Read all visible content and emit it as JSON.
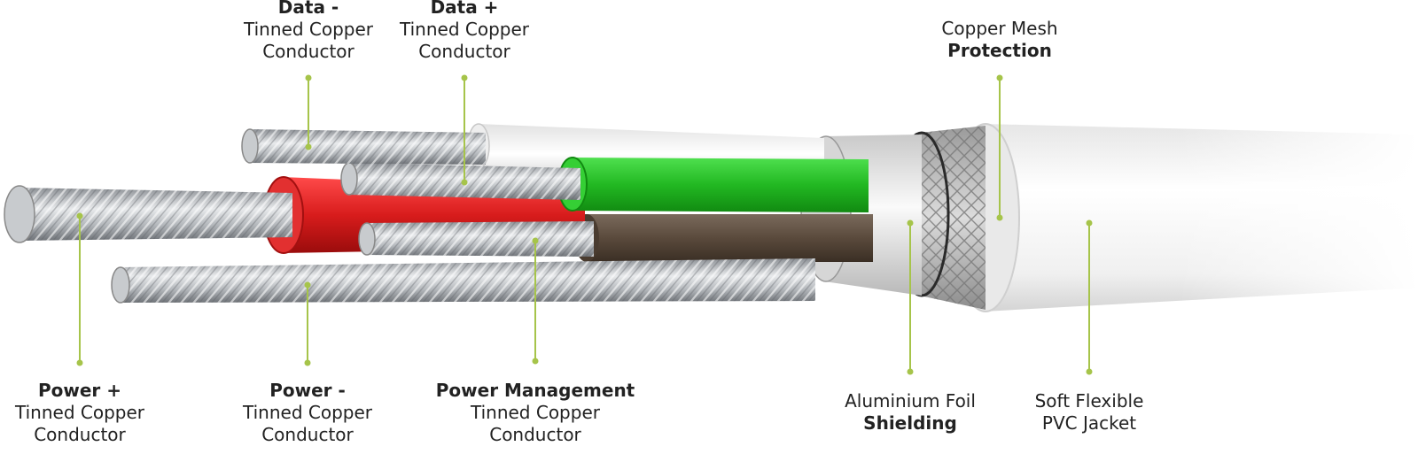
{
  "labels": {
    "data_minus": {
      "bold": "Data -",
      "line1": "Tinned Copper",
      "line2": "Conductor"
    },
    "data_plus": {
      "bold": "Data +",
      "line1": "Tinned Copper",
      "line2": "Conductor"
    },
    "copper_mesh": {
      "line1": "Copper Mesh",
      "bold": "Protection"
    },
    "power_plus": {
      "bold": "Power +",
      "line1": "Tinned Copper",
      "line2": "Conductor"
    },
    "power_minus": {
      "bold": "Power -",
      "line1": "Tinned Copper",
      "line2": "Conductor"
    },
    "power_management": {
      "bold": "Power Management",
      "line1": "Tinned Copper",
      "line2": "Conductor"
    },
    "foil": {
      "line1": "Aluminium Foil",
      "bold": "Shielding"
    },
    "jacket": {
      "line1": "Soft Flexible",
      "line2": "PVC Jacket"
    }
  },
  "colors": {
    "leader_line": "#a6c44a",
    "data_plus_insulation": "#2fc22f",
    "data_minus_insulation": "#f2f2f2",
    "power_plus_insulation": "#d81c1c",
    "power_management_insulation": "#5a4a3c",
    "strand": "#b4b8bc",
    "jacket": "#f4f4f4"
  }
}
